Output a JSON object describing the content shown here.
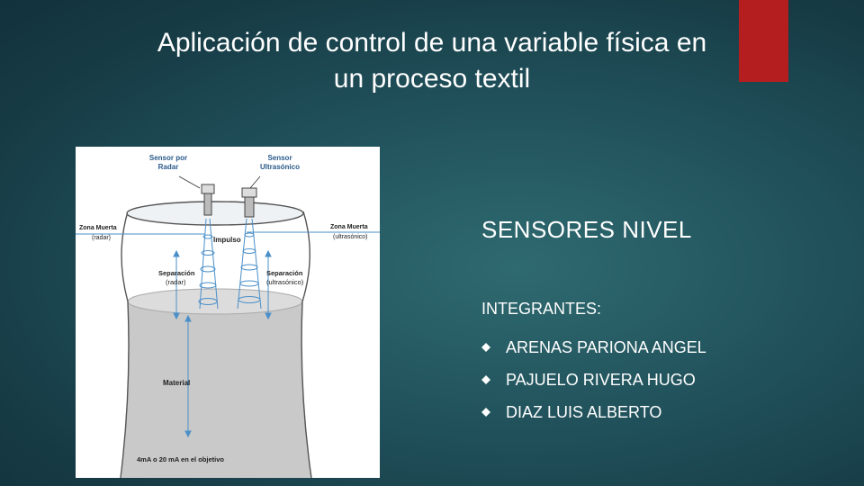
{
  "slide": {
    "title_line1": "Aplicación de control de una variable física en",
    "title_line2": "un proceso textil",
    "subtitle": "SENSORES NIVEL",
    "members_label": "INTEGRANTES:",
    "members": [
      "ARENAS PARIONA ANGEL",
      "PAJUELO RIVERA HUGO",
      "DIAZ LUIS ALBERTO"
    ],
    "colors": {
      "accent": "#b51e1e",
      "bullet": "#ffffff"
    }
  },
  "diagram": {
    "radar_sensor": "Sensor por\nRadar",
    "ultrasonic_sensor": "Sensor\nUltrasónico",
    "dead_zone_radar": "Zona Muerta\n(radar)",
    "dead_zone_ultrasonic": "Zona Muerta\n(ultrasónico)",
    "pulse": "Impulso",
    "separation_radar": "Separación\n(radar)",
    "separation_ultrasonic": "Separación\n(ultrasónico)",
    "material": "Material",
    "bottom_note": "4mA o 20 mA en el objetivo"
  }
}
